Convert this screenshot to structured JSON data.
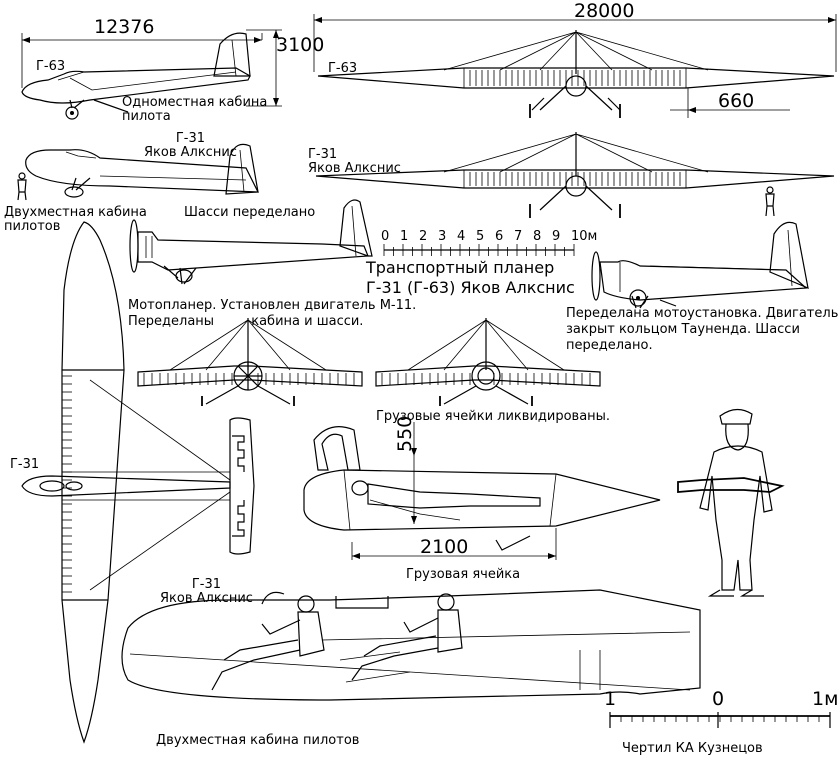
{
  "dimensions": {
    "side_length": "12376",
    "side_height": "3100",
    "front_span": "28000",
    "front_offset": "660",
    "cell_height": "550",
    "cell_length": "2100"
  },
  "labels": {
    "g63_side": "Г-63",
    "g63_front": "Г-63",
    "single_cabin": "Одноместная кабина\nпилота",
    "g31_side": "Г-31\nЯков Алкснис",
    "g31_front": "Г-31\nЯков Алкснис",
    "two_seat_cabin_top": "Двухместная кабина\nпилотов",
    "chassis_redone": "Шасси переделано",
    "title": "Транспортный планер\nГ-31 (Г-63) Яков Алкснис",
    "motor_glider": "Мотопланер. Установлен двигатель М-11.\nПеределаны         кабина и шасси.",
    "motor_redone": "Переделана мотоустановка. Двигатель\nзакрыт кольцом Тауненда. Шасси\nпеределано.",
    "cargo_removed": "Грузовые ячейки ликвидированы.",
    "g31_plan": "Г-31",
    "cargo_cell": "Грузовая ячейка",
    "g31_cabin": "Г-31\nЯков Алкснис",
    "two_seat_cabin_bottom": "Двухместная кабина пилотов",
    "drawn_by": "Чертил КА Кузнецов"
  },
  "scales": {
    "main_ticks": [
      "0",
      "1",
      "2",
      "3",
      "4",
      "5",
      "6",
      "7",
      "8",
      "9",
      "10м"
    ],
    "cabin_ticks": [
      "1",
      "0",
      "1м"
    ]
  }
}
